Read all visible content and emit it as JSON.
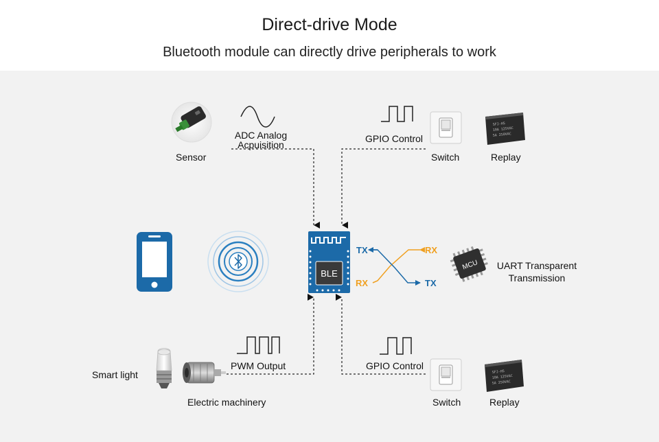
{
  "header": {
    "title": "Direct-drive Mode",
    "subtitle": "Bluetooth module can directly drive peripherals to work"
  },
  "top_left": {
    "sensor_label": "Sensor",
    "adc_label_line1": "ADC Analog",
    "adc_label_line2": "Acpuisition"
  },
  "top_right": {
    "gpio_label": "GPIO Control",
    "switch_label": "Switch",
    "relay_label": "Replay"
  },
  "middle": {
    "ble_label": "BLE",
    "tx_left": "TX",
    "rx_left": "RX",
    "rx_right": "RX",
    "tx_right": "TX",
    "mcu_label": "MCU",
    "uart_line1": "UART Transparent",
    "uart_line2": "Transmission"
  },
  "bottom_left": {
    "smart_light_label": "Smart light",
    "pwm_label": "PWM Output",
    "motor_label": "Electric machinery"
  },
  "bottom_right": {
    "gpio_label": "GPIO Control",
    "switch_label": "Switch",
    "relay_label": "Replay"
  },
  "colors": {
    "blue": "#1c6aa8",
    "orange": "#f0a020",
    "panel": "#f2f2f2"
  },
  "relay_print": {
    "line1": "SFJ-HS",
    "line2": "10A 125VAC",
    "line3": "5A 250VAC"
  }
}
